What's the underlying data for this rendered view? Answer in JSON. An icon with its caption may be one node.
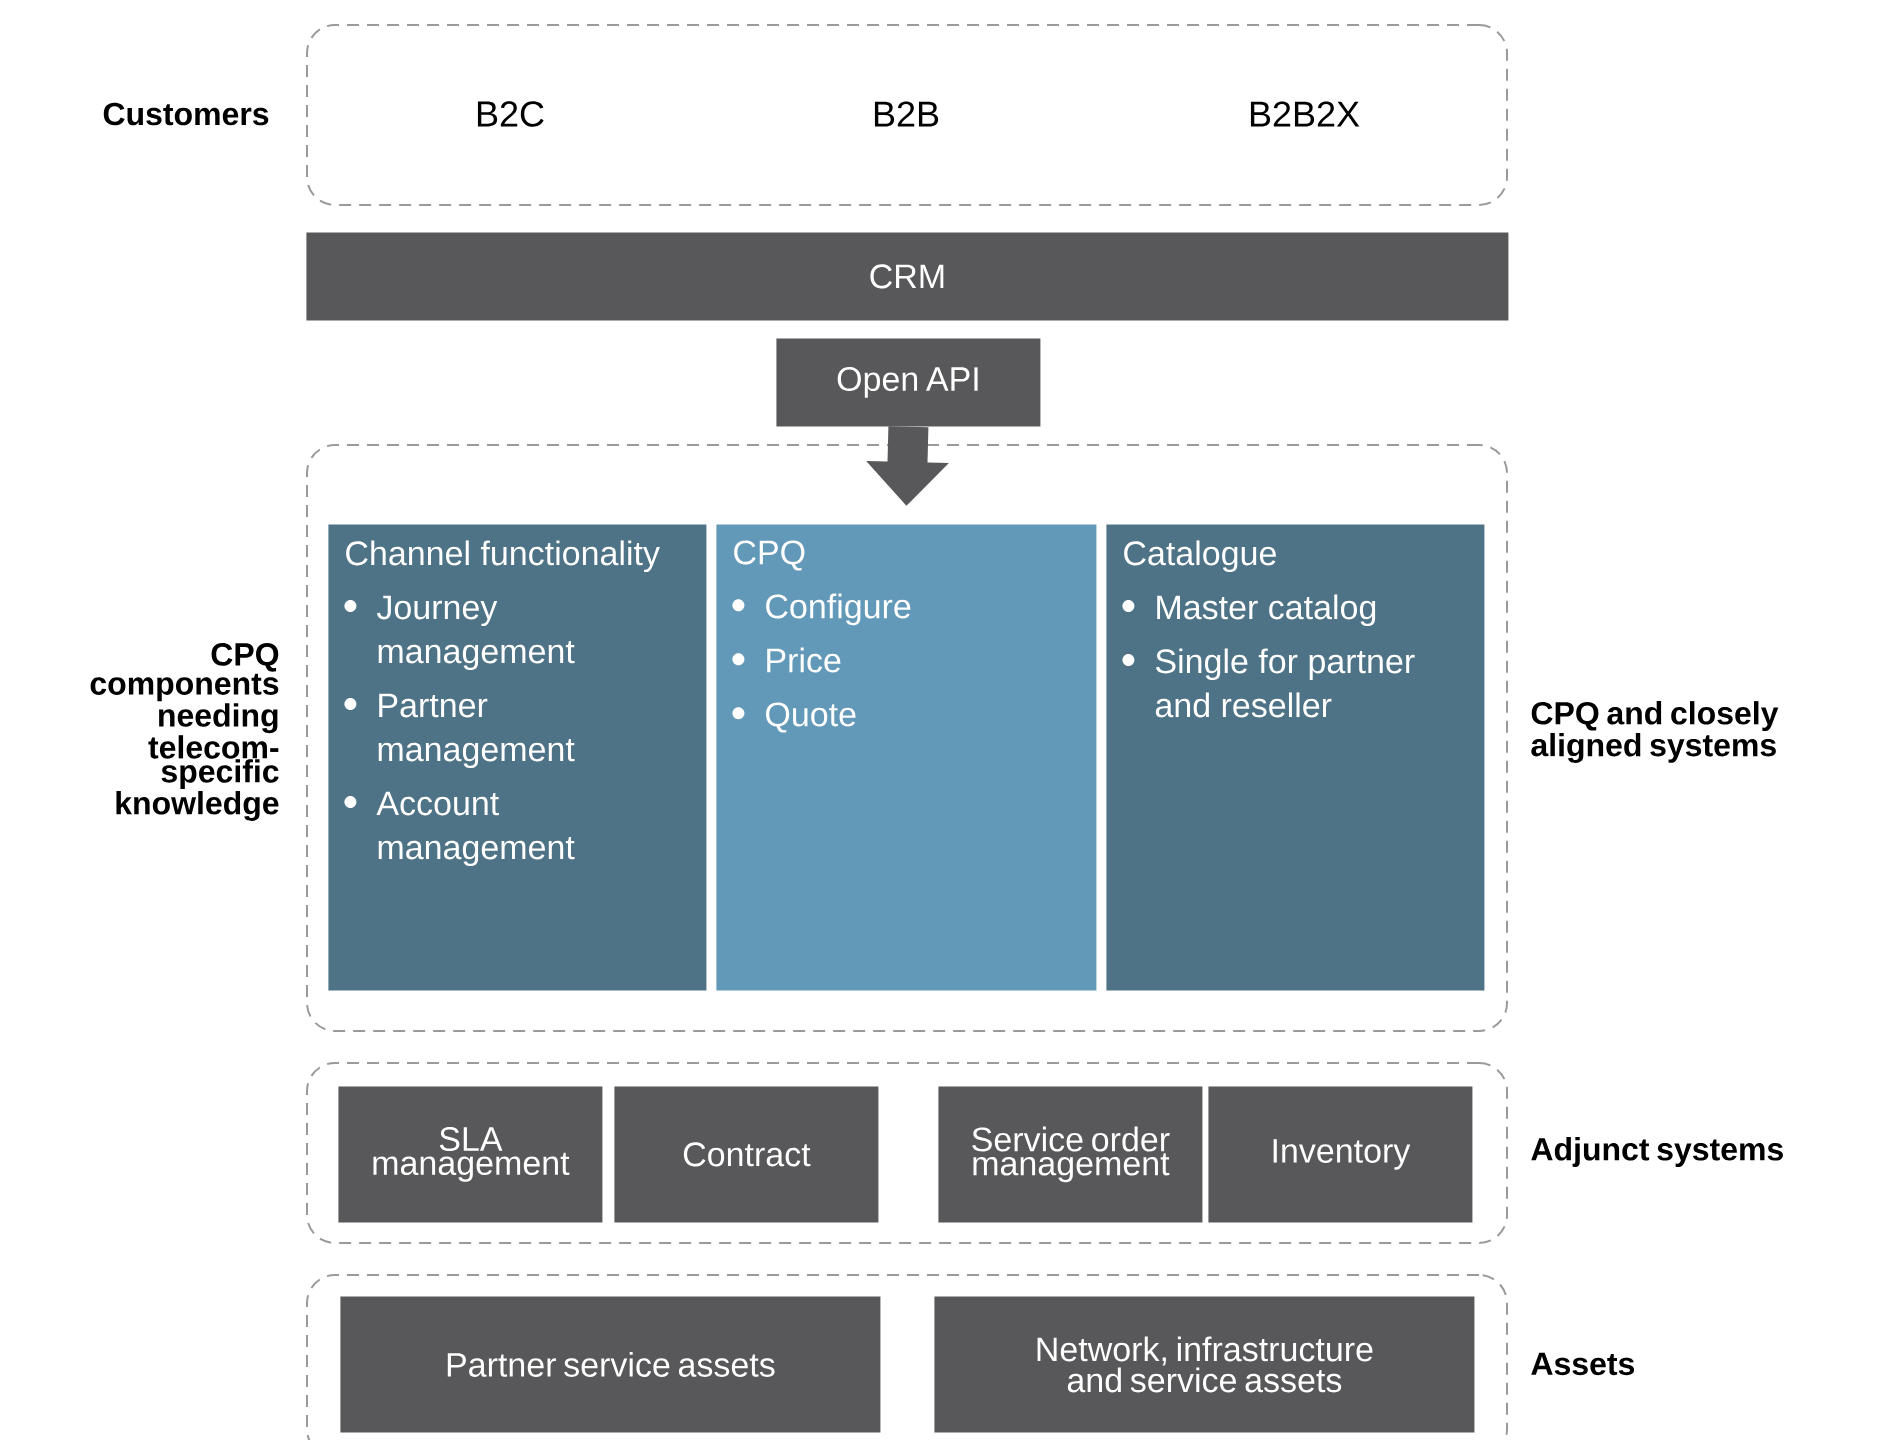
{
  "diagram": {
    "nodes": [
      {
        "text": [
          "Customers",
          "B2C",
          "B2B",
          "B2B2X"
        ]
      },
      {
        "text": [
          "CRM"
        ]
      },
      {
        "text": [
          "Open API"
        ]
      },
      {
        "text": [
          "CPQ components needing telecom-specific knowledge",
          "CPQ and closely aligned systems"
        ]
      },
      {
        "text": [
          "Channel functionality",
          "Journey management",
          "Partner management",
          "Account management"
        ],
        "in": 3
      },
      {
        "text": [
          "CPQ",
          "Configure",
          "Price",
          "Quote"
        ],
        "in": 3
      },
      {
        "text": [
          "Catalogue",
          "Master catalog",
          "Single for partner and reseller"
        ],
        "in": 3
      },
      {
        "text": [
          "Adjunct systems"
        ]
      },
      {
        "text": [
          "SLA management"
        ],
        "in": 7
      },
      {
        "text": [
          "Contract"
        ],
        "in": 7
      },
      {
        "text": [
          "Service order management"
        ],
        "in": 7
      },
      {
        "text": [
          "Inventory"
        ],
        "in": 7
      },
      {
        "text": [
          "Assets"
        ]
      },
      {
        "text": [
          "Partner service assets"
        ],
        "in": 12
      },
      {
        "text": [
          "Network, infrastructure and service assets"
        ],
        "in": 12
      }
    ],
    "edges": [
      {
        "from": 2,
        "to": 5,
        "arrow": "to"
      }
    ]
  }
}
